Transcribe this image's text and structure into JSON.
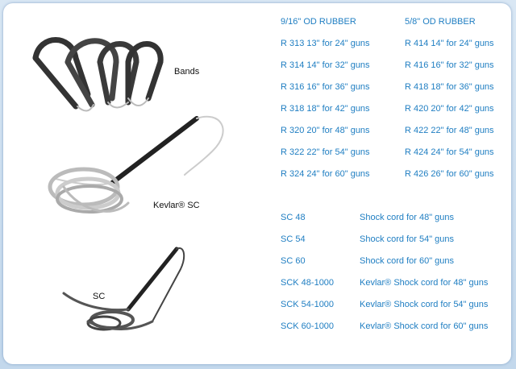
{
  "images": {
    "bands": {
      "label": "Bands"
    },
    "kevlar_sc": {
      "label": "Kevlar® SC"
    },
    "sc": {
      "label": "SC"
    }
  },
  "rubber_left": {
    "header": "9/16\" OD RUBBER",
    "items": [
      "R 313 13\" for 24\" guns",
      "R 314 14\" for 32\" guns",
      "R 316 16\" for 36\" guns",
      "R 318 18\" for 42\" guns",
      "R 320 20\" for 48\" guns",
      "R 322 22\" for 54\" guns",
      "R 324 24\" for 60\" guns"
    ]
  },
  "rubber_right": {
    "header": "5/8\" OD RUBBER",
    "items": [
      "R 414  14\" for 24\" guns",
      "R 416  16\" for 32\" guns",
      "R 418  18\" for 36\" guns",
      "R 420  20\" for 42\" guns",
      "R 422  22\" for 48\" guns",
      "R 424  24\" for 54\" guns",
      "R 426  26\" for 60\" guns"
    ]
  },
  "shock_cords": [
    {
      "code": "SC 48",
      "desc": "Shock cord for 48\" guns"
    },
    {
      "code": "SC 54",
      "desc": "Shock cord for 54\" guns"
    },
    {
      "code": "SC 60",
      "desc": "Shock cord for 60\" guns"
    },
    {
      "code": "SCK 48-1000",
      "desc": "Kevlar® Shock cord for 48\" guns"
    },
    {
      "code": "SCK 54-1000",
      "desc": "Kevlar® Shock cord for 54\" guns"
    },
    {
      "code": "SCK 60-1000",
      "desc": "Kevlar® Shock cord for 60\" guns"
    }
  ],
  "colors": {
    "text_blue": "#1f7ec2",
    "frame_blue": "#c9dcee"
  }
}
